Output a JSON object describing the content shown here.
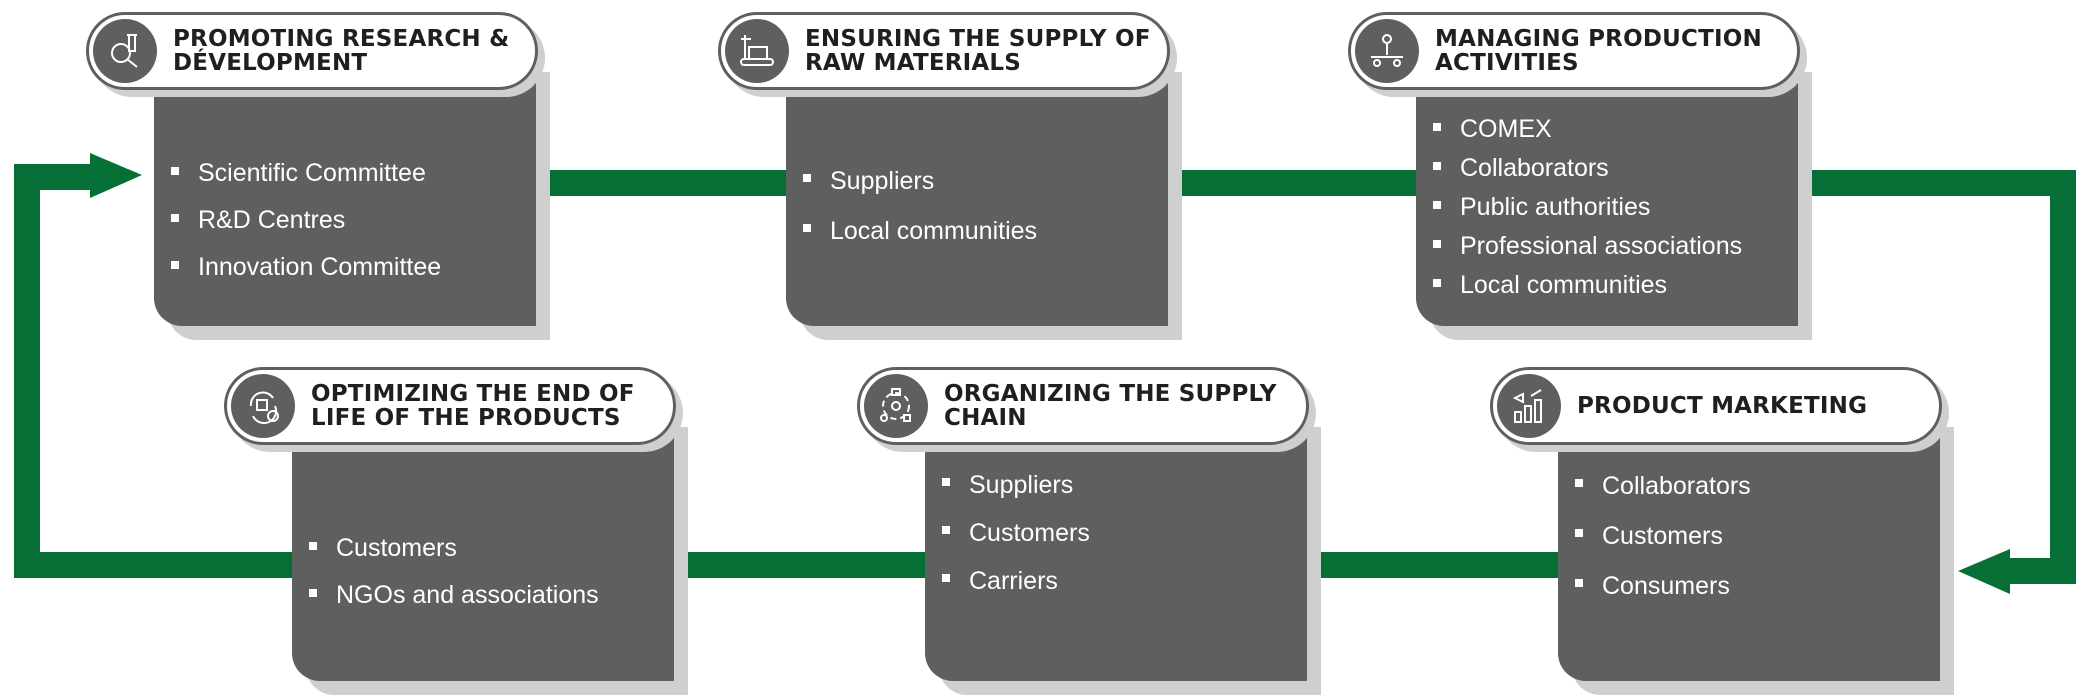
{
  "colors": {
    "arrow": "#066f36",
    "card": "#5f5f5f",
    "shadow": "#cfcfcf",
    "header_bg": "#ffffff"
  },
  "stages": [
    {
      "title": "PROMOTING RESEARCH & DÉVELOPMENT",
      "icon": "research-flask-icon",
      "items": [
        "Scientific Committee",
        "R&D Centres",
        "Innovation Committee"
      ]
    },
    {
      "title": "ENSURING THE SUPPLY OF RAW MATERIALS",
      "icon": "conveyor-supply-icon",
      "items": [
        "Suppliers",
        "Local communities"
      ]
    },
    {
      "title": "MANAGING PRODUCTION ACTIVITIES",
      "icon": "production-worker-icon",
      "items": [
        "COMEX",
        "Collaborators",
        "Public authorities",
        "Professional associations",
        "Local communities"
      ]
    },
    {
      "title": "OPTIMIZING THE END OF LIFE OF THE PRODUCTS",
      "icon": "recycle-box-icon",
      "items": [
        "Customers",
        "NGOs and associations"
      ]
    },
    {
      "title": "ORGANIZING THE SUPPLY CHAIN",
      "icon": "supply-chain-cycle-icon",
      "items": [
        "Suppliers",
        "Customers",
        "Carriers"
      ]
    },
    {
      "title": "PRODUCT MARKETING",
      "icon": "marketing-chart-icon",
      "items": [
        "Collaborators",
        "Customers",
        "Consumers"
      ]
    }
  ]
}
